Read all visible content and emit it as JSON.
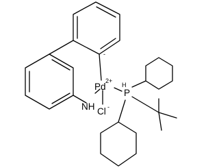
{
  "atoms": {
    "pd": "Pd",
    "pd_charge": "2+",
    "p": "P",
    "p_h": "H",
    "nh": "NH",
    "cl": "Cl",
    "cl_charge": "-",
    "carbanion_charge": "-"
  },
  "colors": {
    "stroke": "#000000",
    "background": "#ffffff"
  }
}
